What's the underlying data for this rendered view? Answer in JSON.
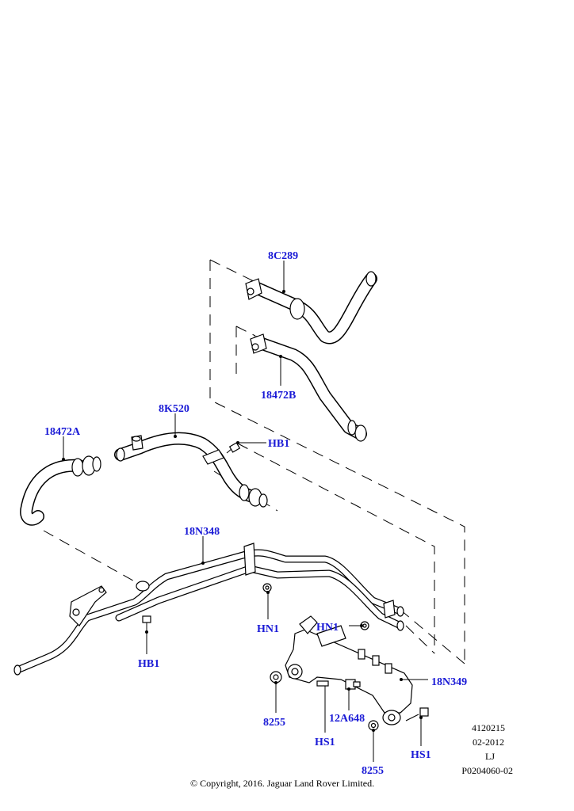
{
  "callouts": {
    "c8C289": "8C289",
    "c18472B": "18472B",
    "c8K520": "8K520",
    "c18472A": "18472A",
    "cHB1_top": "HB1",
    "c18N348": "18N348",
    "cHN1_left": "HN1",
    "cHN1_right": "HN1",
    "cHB1_bottom": "HB1",
    "c18N349": "18N349",
    "c8255_left": "8255",
    "c12A648": "12A648",
    "cHS1_left": "HS1",
    "c8255_bottom": "8255",
    "cHS1_right": "HS1"
  },
  "metadata": {
    "code1": "4120215",
    "date": "02-2012",
    "initials": "LJ",
    "ref": "P0204060-02"
  },
  "copyright": "© Copyright, 2016. Jaguar Land Rover Limited.",
  "colors": {
    "callout": "#1a1ad6",
    "line": "#000000",
    "background": "#ffffff"
  }
}
